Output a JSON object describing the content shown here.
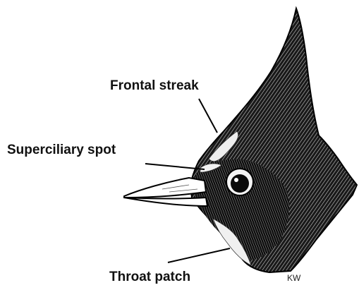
{
  "labels": {
    "frontal_streak": "Frontal streak",
    "superciliary_spot": "Superciliary spot",
    "throat_patch": "Throat patch"
  },
  "signature": "KW",
  "colors": {
    "ink": "#111111",
    "background": "#ffffff"
  }
}
